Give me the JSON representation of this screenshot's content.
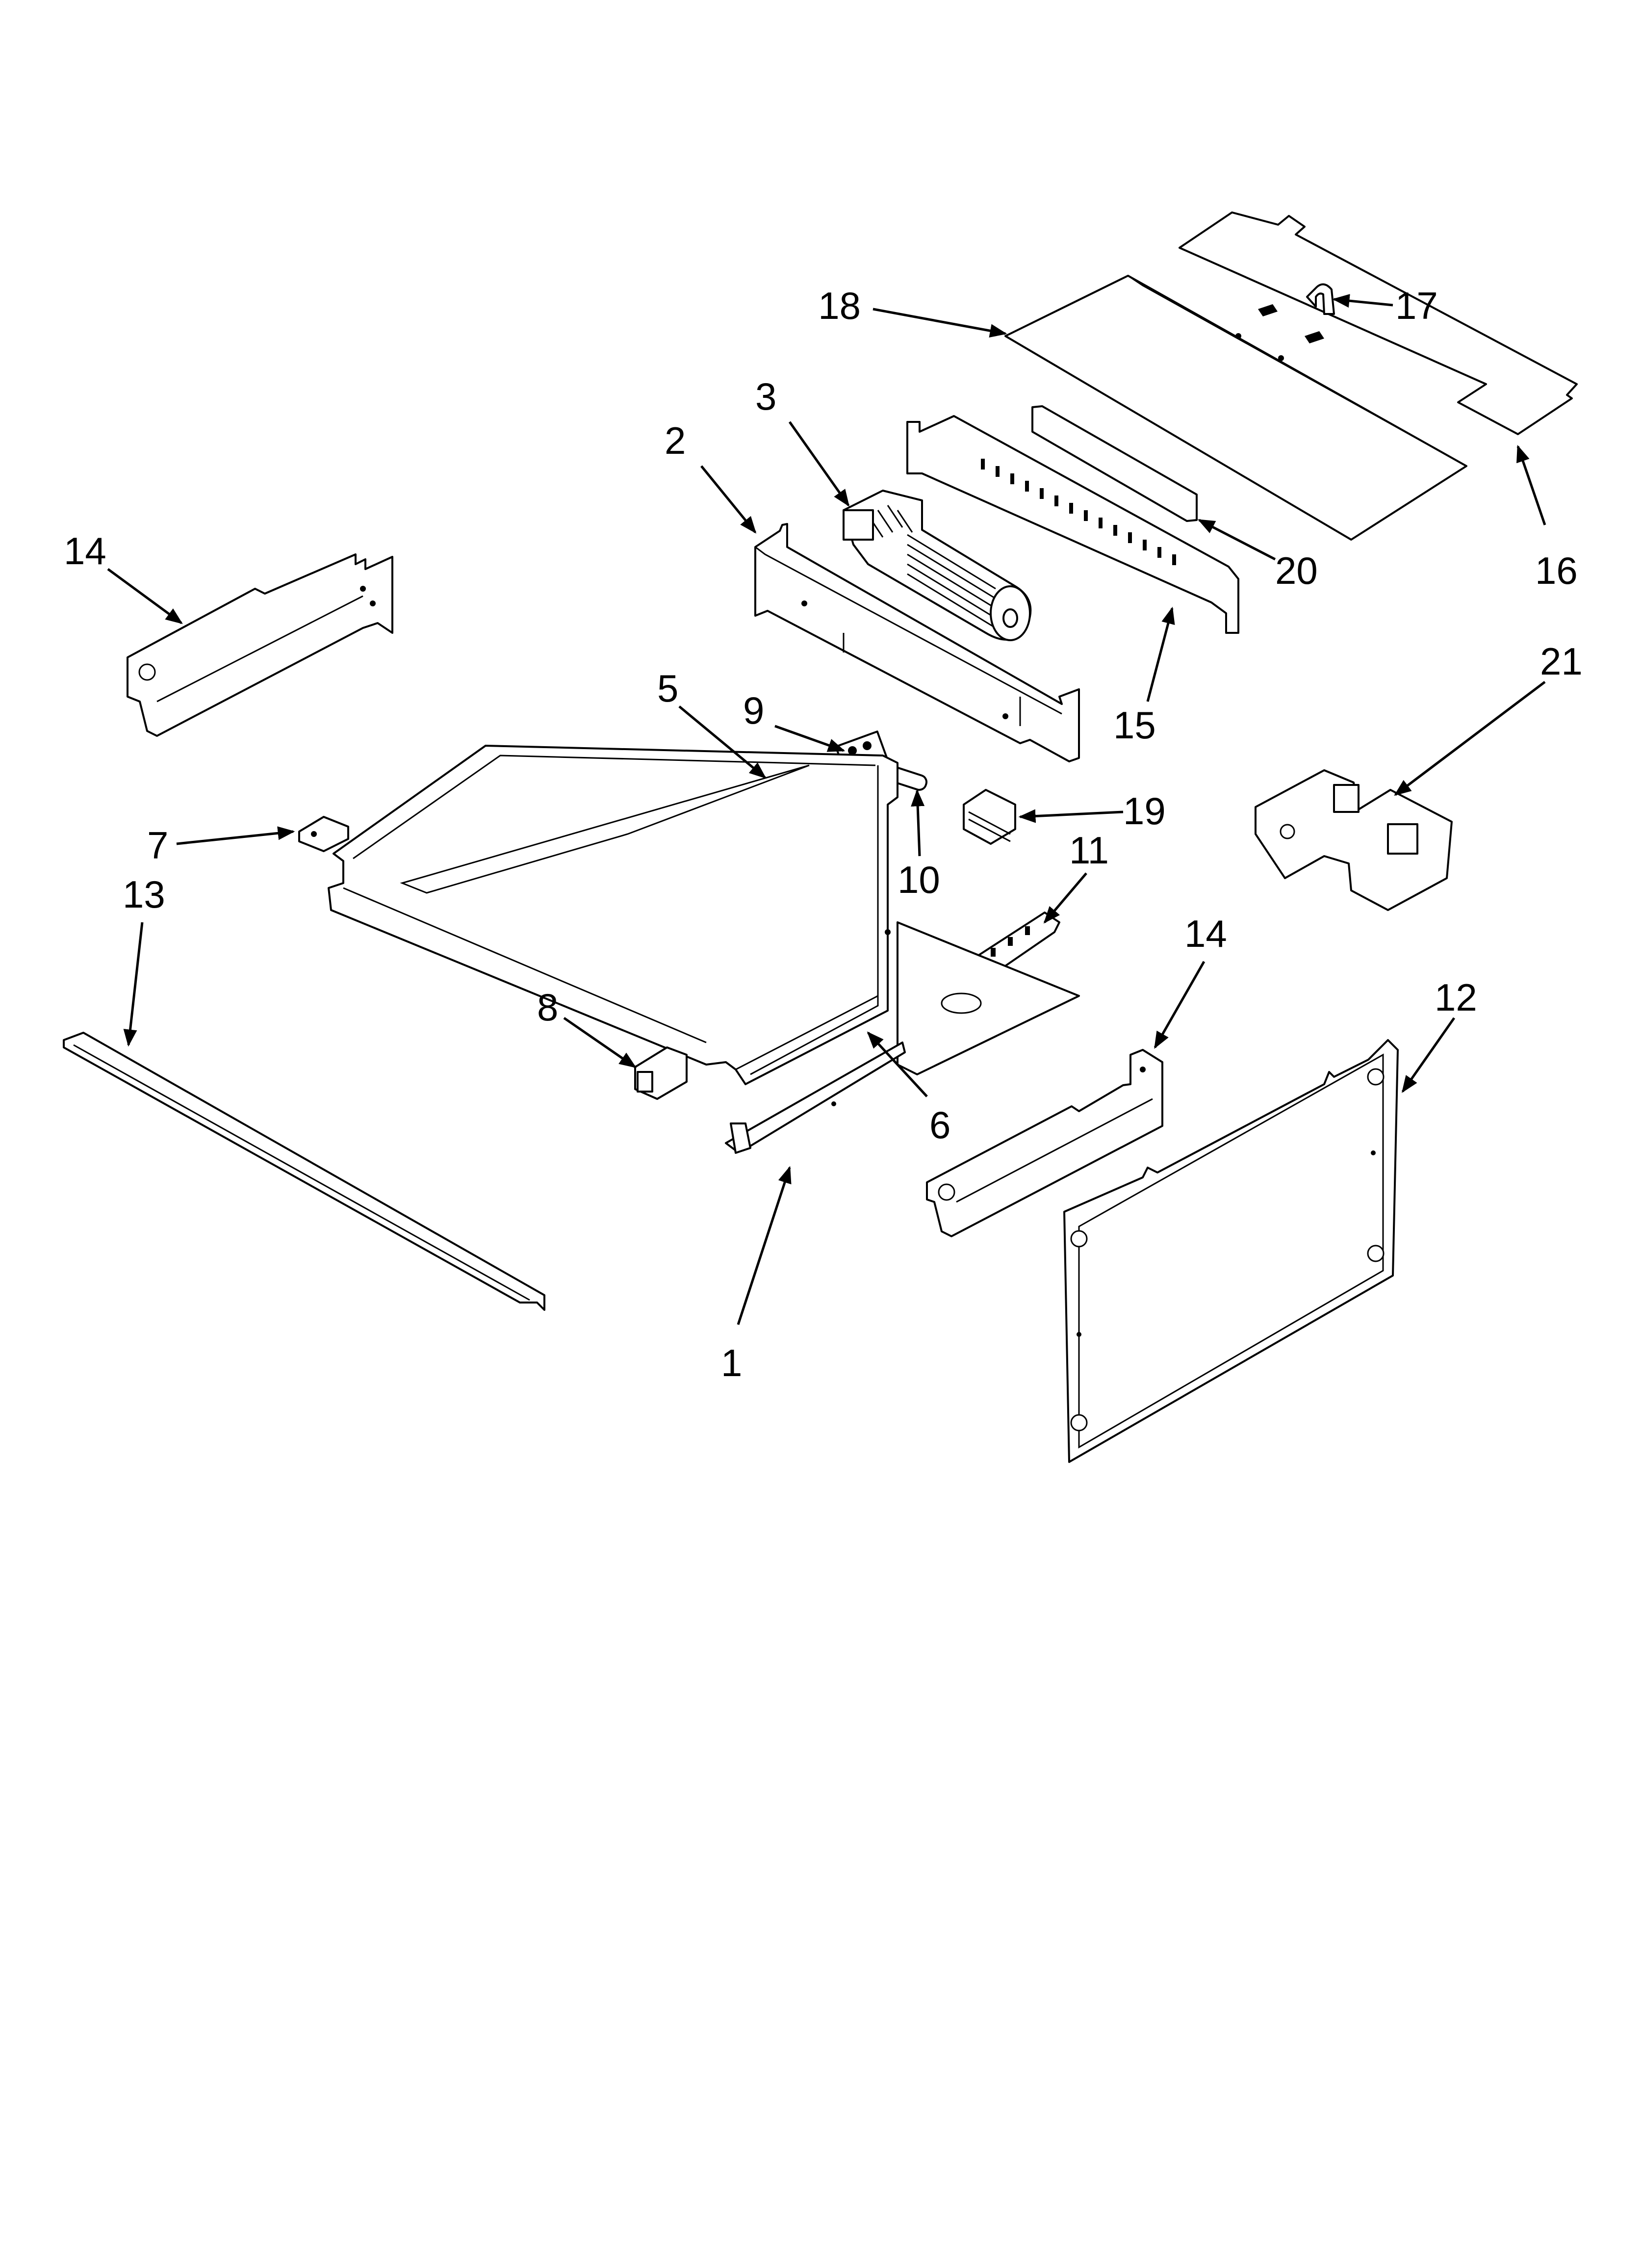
{
  "diagram": {
    "callouts": [
      {
        "id": "c1",
        "text": "1"
      },
      {
        "id": "c2",
        "text": "2"
      },
      {
        "id": "c3",
        "text": "3"
      },
      {
        "id": "c5",
        "text": "5"
      },
      {
        "id": "c6",
        "text": "6"
      },
      {
        "id": "c7",
        "text": "7"
      },
      {
        "id": "c8",
        "text": "8"
      },
      {
        "id": "c9",
        "text": "9"
      },
      {
        "id": "c10",
        "text": "10"
      },
      {
        "id": "c11",
        "text": "11"
      },
      {
        "id": "c12",
        "text": "12"
      },
      {
        "id": "c13",
        "text": "13"
      },
      {
        "id": "c14a",
        "text": "14"
      },
      {
        "id": "c14b",
        "text": "14"
      },
      {
        "id": "c15",
        "text": "15"
      },
      {
        "id": "c16",
        "text": "16"
      },
      {
        "id": "c17",
        "text": "17"
      },
      {
        "id": "c18",
        "text": "18"
      },
      {
        "id": "c19",
        "text": "19"
      },
      {
        "id": "c20",
        "text": "20"
      },
      {
        "id": "c21",
        "text": "21"
      }
    ]
  },
  "colors": {
    "ink": "#000000",
    "paper": "#ffffff"
  }
}
